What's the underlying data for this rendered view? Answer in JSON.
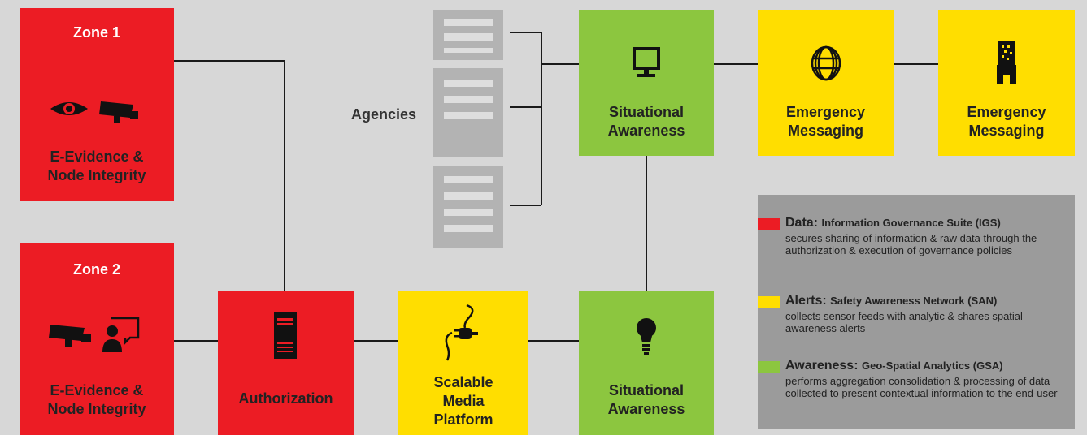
{
  "zone1": {
    "title": "Zone 1",
    "label_line1": "E-Evidence &",
    "label_line2": "Node Integrity",
    "icons": [
      "eye-icon",
      "camera-icon"
    ]
  },
  "zone2": {
    "title": "Zone 2",
    "label_line1": "E-Evidence &",
    "label_line2": "Node Integrity",
    "icons": [
      "camera-icon",
      "person-screen-icon"
    ]
  },
  "authorization": {
    "label": "Authorization",
    "icon": "server-tower-icon"
  },
  "media_platform": {
    "label_line1": "Scalable",
    "label_line2": "Media",
    "label_line3": "Platform",
    "icon": "plug-icon"
  },
  "situational_top": {
    "label_line1": "Situational",
    "label_line2": "Awareness",
    "icon": "monitor-icon"
  },
  "situational_bottom": {
    "label_line1": "Situational",
    "label_line2": "Awareness",
    "icon": "lightbulb-icon"
  },
  "emergency_1": {
    "label_line1": "Emergency",
    "label_line2": "Messaging",
    "icon": "rings-icon"
  },
  "emergency_2": {
    "label_line1": "Emergency",
    "label_line2": "Messaging",
    "icon": "pixel-figure-icon"
  },
  "agencies": {
    "label": "Agencies",
    "server_count": 3
  },
  "legend": {
    "items": [
      {
        "key": "Data:",
        "name": "Information Governance Suite (IGS)",
        "description": "secures sharing of information & raw data through the authorization & execution of governance policies",
        "color": "#ec1c24"
      },
      {
        "key": "Alerts:",
        "name": "Safety Awareness Network (SAN)",
        "description": "collects sensor feeds with analytic & shares spatial awareness alerts",
        "color": "#ffde00"
      },
      {
        "key": "Awareness:",
        "name": "Geo-Spatial Analytics (GSA)",
        "description": "performs aggregation consolidation & processing of data collected to present contextual information to the end-user",
        "color": "#8cc63f"
      }
    ]
  },
  "colors": {
    "red": "#ec1c24",
    "yellow": "#ffde00",
    "green": "#8cc63f",
    "background": "#d7d7d7",
    "legend_bg": "#9b9b9b"
  }
}
